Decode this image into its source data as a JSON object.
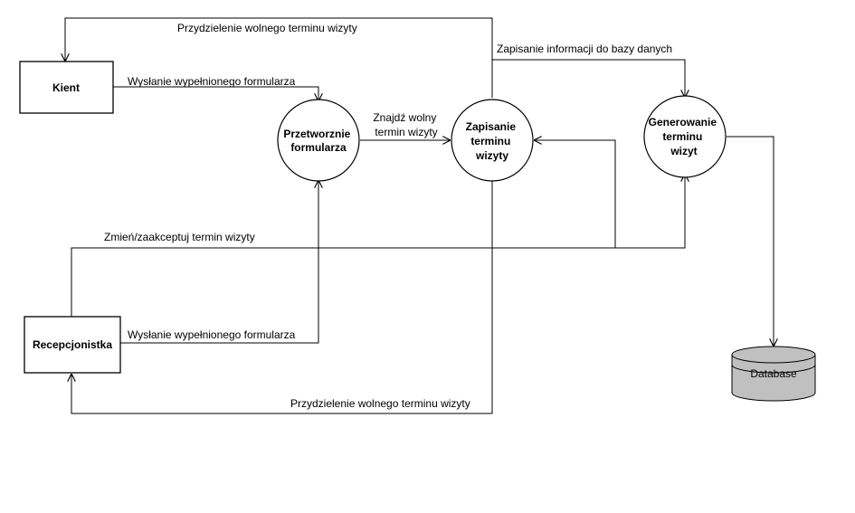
{
  "entities": {
    "kient": "Kient",
    "recepcjonistka": "Recepcjonistka"
  },
  "processes": {
    "przetwarzanie": [
      "Przetworznie",
      "formularza"
    ],
    "zapisanie": [
      "Zapisanie",
      "terminu",
      "wizyty"
    ],
    "generowanie": [
      "Generowanie",
      "terminu",
      "wizyt"
    ]
  },
  "datastore": {
    "label": "Database",
    "fill_color": "#c0c0c0"
  },
  "flows": {
    "top_assign": "Przydzielenie wolnego terminu wizyty",
    "client_send": "Wysłanie wypełnionego formularza",
    "find_free": [
      "Znajdź wolny",
      "termin wizyty"
    ],
    "save_info": "Zapisanie informacji do bazy danych",
    "change_accept": "Zmień/zaakceptuj termin wizyty",
    "recep_send": "Wysłanie wypełnionego formularza",
    "bottom_assign": "Przydzielenie wolnego terminu wizyty"
  }
}
